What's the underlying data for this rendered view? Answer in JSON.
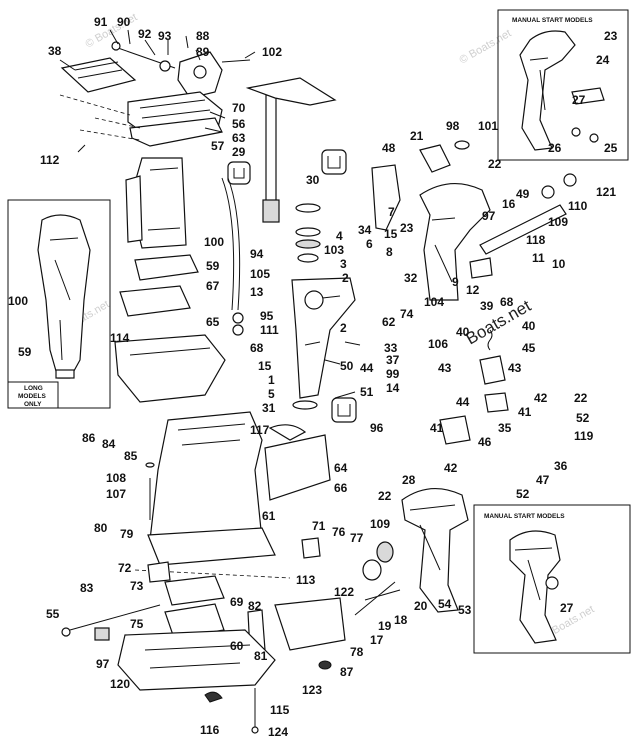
{
  "insets": {
    "manual_start_top": "MANUAL START MODELS",
    "manual_start_bottom": "MANUAL START MODELS",
    "long_models": [
      "LONG",
      "MODELS",
      "ONLY"
    ]
  },
  "watermark": {
    "main": "Boats.net",
    "faint": "© Boats.net"
  },
  "labels": {
    "l91": "91",
    "l90": "90",
    "l92": "92",
    "l93": "93",
    "l88": "88",
    "l89": "89",
    "l102": "102",
    "l38": "38",
    "l70": "70",
    "l56": "56",
    "l63": "63",
    "l112": "112",
    "l57": "57",
    "l29": "29",
    "l23a": "23",
    "l24": "24",
    "l27a": "27",
    "l26": "26",
    "l25": "25",
    "l21": "21",
    "l98": "98",
    "l101": "101",
    "l22a": "22",
    "l48": "48",
    "l30": "30",
    "l49": "49",
    "l97a": "97",
    "l16": "16",
    "l110": "110",
    "l121": "121",
    "l109a": "109",
    "l23b": "23",
    "l7": "7",
    "l34": "34",
    "l6": "6",
    "l4": "4",
    "l103": "103",
    "l3": "3",
    "l8": "8",
    "l15a": "15",
    "l2a": "2",
    "l118": "118",
    "l100a": "100",
    "l94": "94",
    "l59a": "59",
    "l67": "67",
    "l100b": "100",
    "l105": "105",
    "l13": "13",
    "l11": "11",
    "l10": "10",
    "l12": "12",
    "l9": "9",
    "l32": "32",
    "l68a": "68",
    "l59b": "59",
    "l114": "114",
    "l95": "95",
    "l65": "65",
    "l111": "111",
    "l68b": "68",
    "l15b": "15",
    "l74": "74",
    "l62": "62",
    "l104": "104",
    "l39": "39",
    "l40a": "40",
    "l40b": "40",
    "l2b": "2",
    "l33": "33",
    "l106": "106",
    "l45": "45",
    "l50": "50",
    "l44a": "44",
    "l37": "37",
    "l99": "99",
    "l43a": "43",
    "l43b": "43",
    "l1": "1",
    "l5": "5",
    "l31": "31",
    "l51": "51",
    "l14": "14",
    "l42a": "42",
    "l22b": "22",
    "l44b": "44",
    "l41a": "41",
    "l52a": "52",
    "l86": "86",
    "l84": "84",
    "l85": "85",
    "l117": "117",
    "l96": "96",
    "l41b": "41",
    "l46": "46",
    "l35": "35",
    "l119": "119",
    "l42b": "42",
    "l64": "64",
    "l36": "36",
    "l108": "108",
    "l107": "107",
    "l66": "66",
    "l47": "47",
    "l52b": "52",
    "l28": "28",
    "l22c": "22",
    "l61": "61",
    "l109b": "109",
    "l80": "80",
    "l79": "79",
    "l71": "71",
    "l76": "76",
    "l77": "77",
    "l72": "72",
    "l122": "122",
    "l83": "83",
    "l73": "73",
    "l113": "113",
    "l69": "69",
    "l55": "55",
    "l75": "75",
    "l82": "82",
    "l60": "60",
    "l81": "81",
    "l97b": "97",
    "l120": "120",
    "l78": "78",
    "l17": "17",
    "l18": "18",
    "l19": "19",
    "l20": "20",
    "l54": "54",
    "l53": "53",
    "l27b": "27",
    "l123": "123",
    "l87": "87",
    "l116": "116",
    "l115": "115",
    "l124": "124"
  }
}
